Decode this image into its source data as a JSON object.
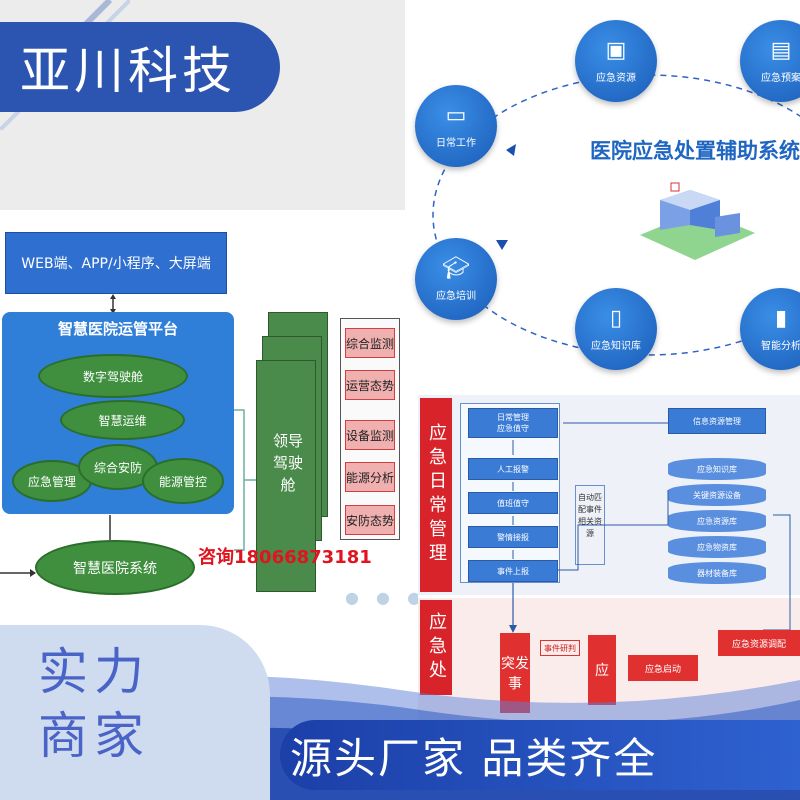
{
  "brand": {
    "name": "亚川科技"
  },
  "left": {
    "web_bar": "WEB端、APP/小程序、大屏端",
    "platform_title": "智慧医院运管平台",
    "modules": [
      "数字驾驶舱",
      "智慧运维",
      "应急管理",
      "综合安防",
      "能源管控"
    ],
    "hospital_system": "智慧医院系统",
    "leader": "领导驾驶舱",
    "monitor_items": [
      "综合监测",
      "运营态势",
      "设备监测",
      "能源分析",
      "安防态势"
    ]
  },
  "contact": "咨询18066873181",
  "emergency_system": {
    "title": "医院应急处置辅助系统",
    "nodes": [
      {
        "label": "应急资源",
        "icon": "package-icon"
      },
      {
        "label": "应急预案",
        "icon": "document-icon"
      },
      {
        "label": "日常工作",
        "icon": "monitor-icon"
      },
      {
        "label": "应急培训",
        "icon": "graduation-cap-icon"
      },
      {
        "label": "应急知识库",
        "icon": "book-icon"
      },
      {
        "label": "智能分析",
        "icon": "bar-chart-icon"
      }
    ]
  },
  "flow": {
    "daily_label": "应急日常管理",
    "process_label": "应急处",
    "daily_header": [
      "日常管理",
      "应急值守"
    ],
    "steps": [
      "人工报警",
      "值班值守",
      "警情接报",
      "事件上报"
    ],
    "match_label": "自动匹配事件相关资源",
    "resource_header": "信息资源管理",
    "resources": [
      "应急知识库",
      "关键资源设备",
      "应急资源库",
      "应急物资库",
      "器材装备库"
    ],
    "process_items": [
      "突发事",
      "事件研判",
      "应",
      "应急启动",
      "应急资源调配"
    ]
  },
  "footer": {
    "strength": [
      "实力",
      "商家"
    ],
    "slogan": "源头厂家  品类齐全"
  },
  "colors": {
    "brand_blue": "#2b55b0",
    "accent_red": "#d9232a",
    "green": "#3f8f3f"
  }
}
